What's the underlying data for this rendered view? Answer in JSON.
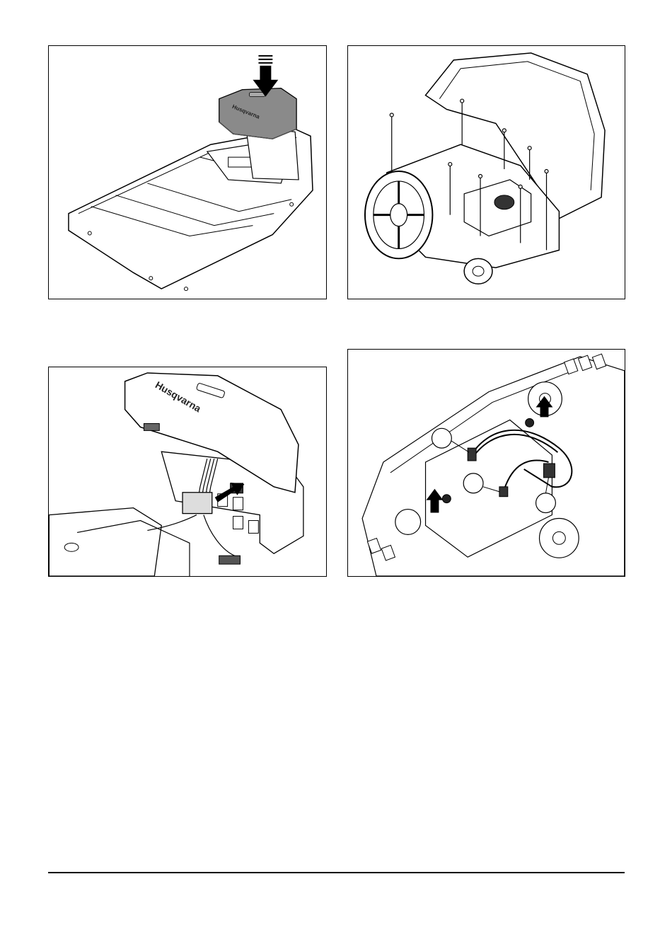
{
  "figures": [
    {
      "id": "fig-1",
      "brand_label": "Husqvarna",
      "callouts": []
    },
    {
      "id": "fig-2",
      "brand_label": "",
      "callouts": []
    },
    {
      "id": "fig-3",
      "brand_label": "Husqvarna",
      "callouts": []
    },
    {
      "id": "fig-4",
      "brand_label": "",
      "callouts": [
        "",
        "",
        ""
      ]
    }
  ],
  "colors": {
    "line": "#000000",
    "shade": "#8a8a8a",
    "dark_shade": "#555555",
    "paper": "#ffffff"
  }
}
